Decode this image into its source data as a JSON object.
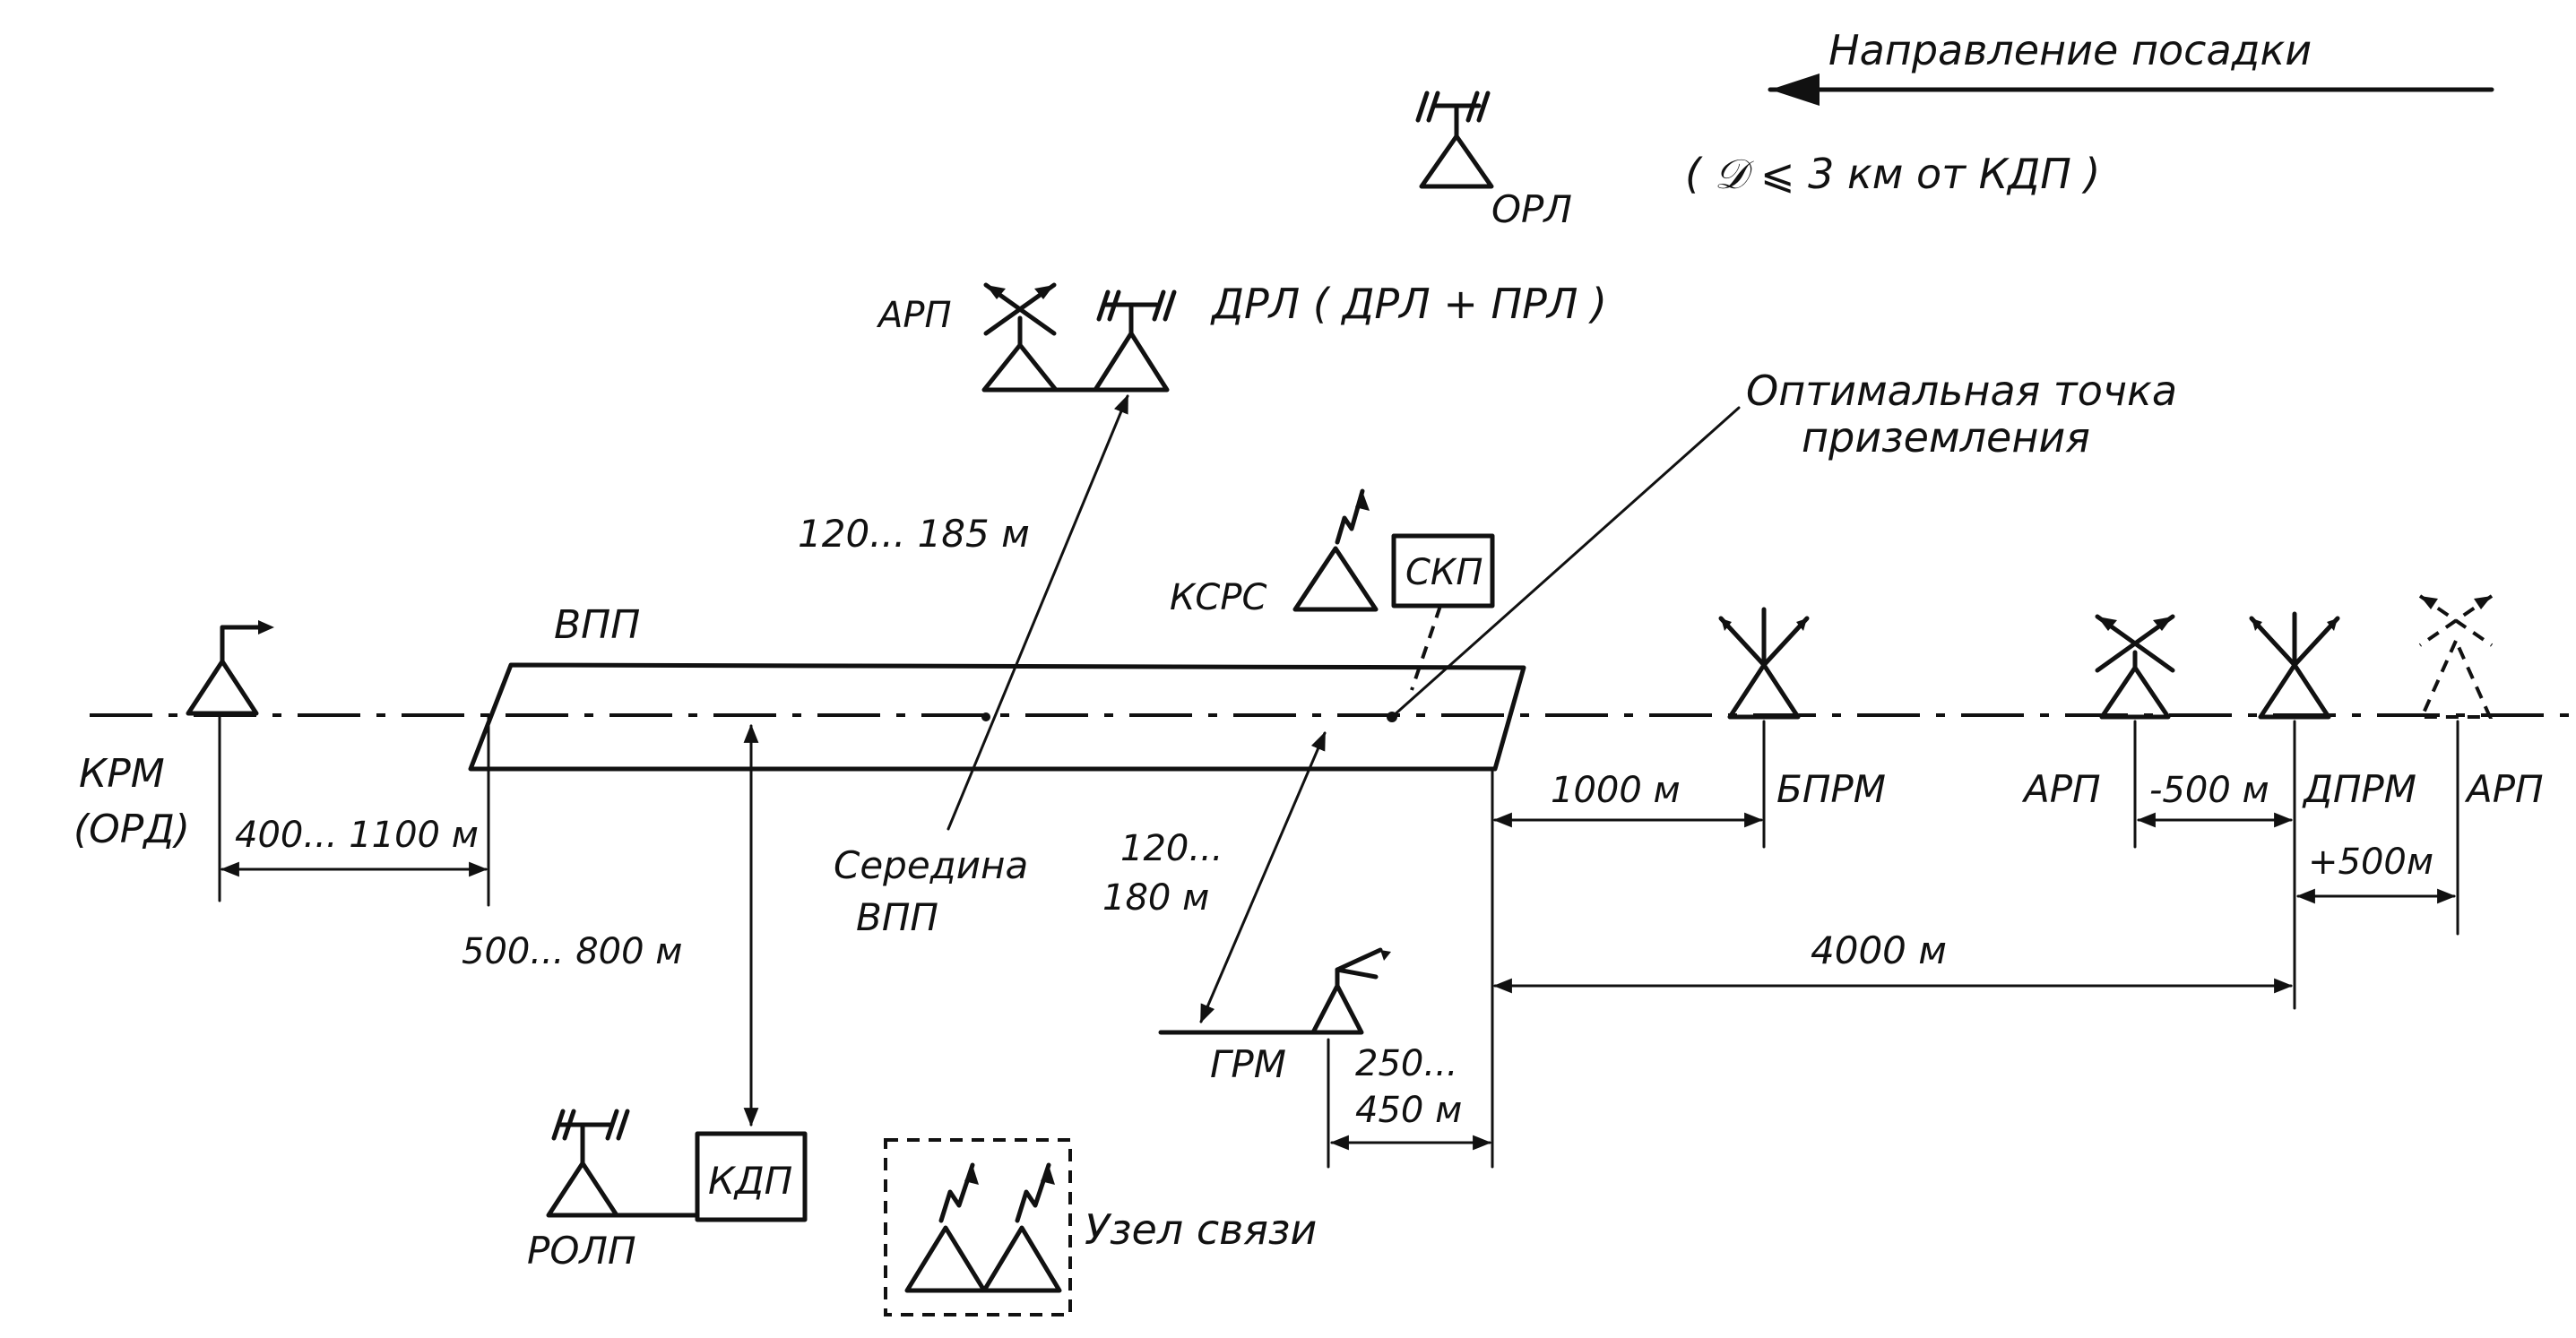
{
  "labels": {
    "landing_direction": "Направление   посадки",
    "range_note": "( 𝒟 ⩽ 3 км   от   КДП )",
    "orl": "ОРЛ",
    "arp_top": "АРП",
    "drl": "ДРЛ ( ДРЛ + ПРЛ )",
    "optimal_point_1": "Оптимальная  точка",
    "optimal_point_2": "приземления",
    "kprs": "КСРС",
    "skp": "СКП",
    "vpp": "ВПП",
    "krm": "КРМ",
    "ord": "(ОРД)",
    "mid_vpp_1": "Середина",
    "mid_vpp_2": "ВПП",
    "bprm": "БПРМ",
    "arp_left": "АРП",
    "dprm": "ДПРМ",
    "arp_right": "АРП",
    "grm": "ГРМ",
    "rolp": "РОЛП",
    "kdp": "КДП",
    "comm_node": "Узел  связи"
  },
  "dimensions": {
    "d_120_185": "120... 185 м",
    "d_400_1100": "400... 1100 м",
    "d_500_800": "500... 800 м",
    "d_120_180_1": "120...",
    "d_120_180_2": "180 м",
    "d_1000": "1000 м",
    "d_minus500": "-500 м",
    "d_plus500": "+500м",
    "d_4000": "4000 м",
    "d_250_450_1": "250...",
    "d_250_450_2": "450 м"
  }
}
